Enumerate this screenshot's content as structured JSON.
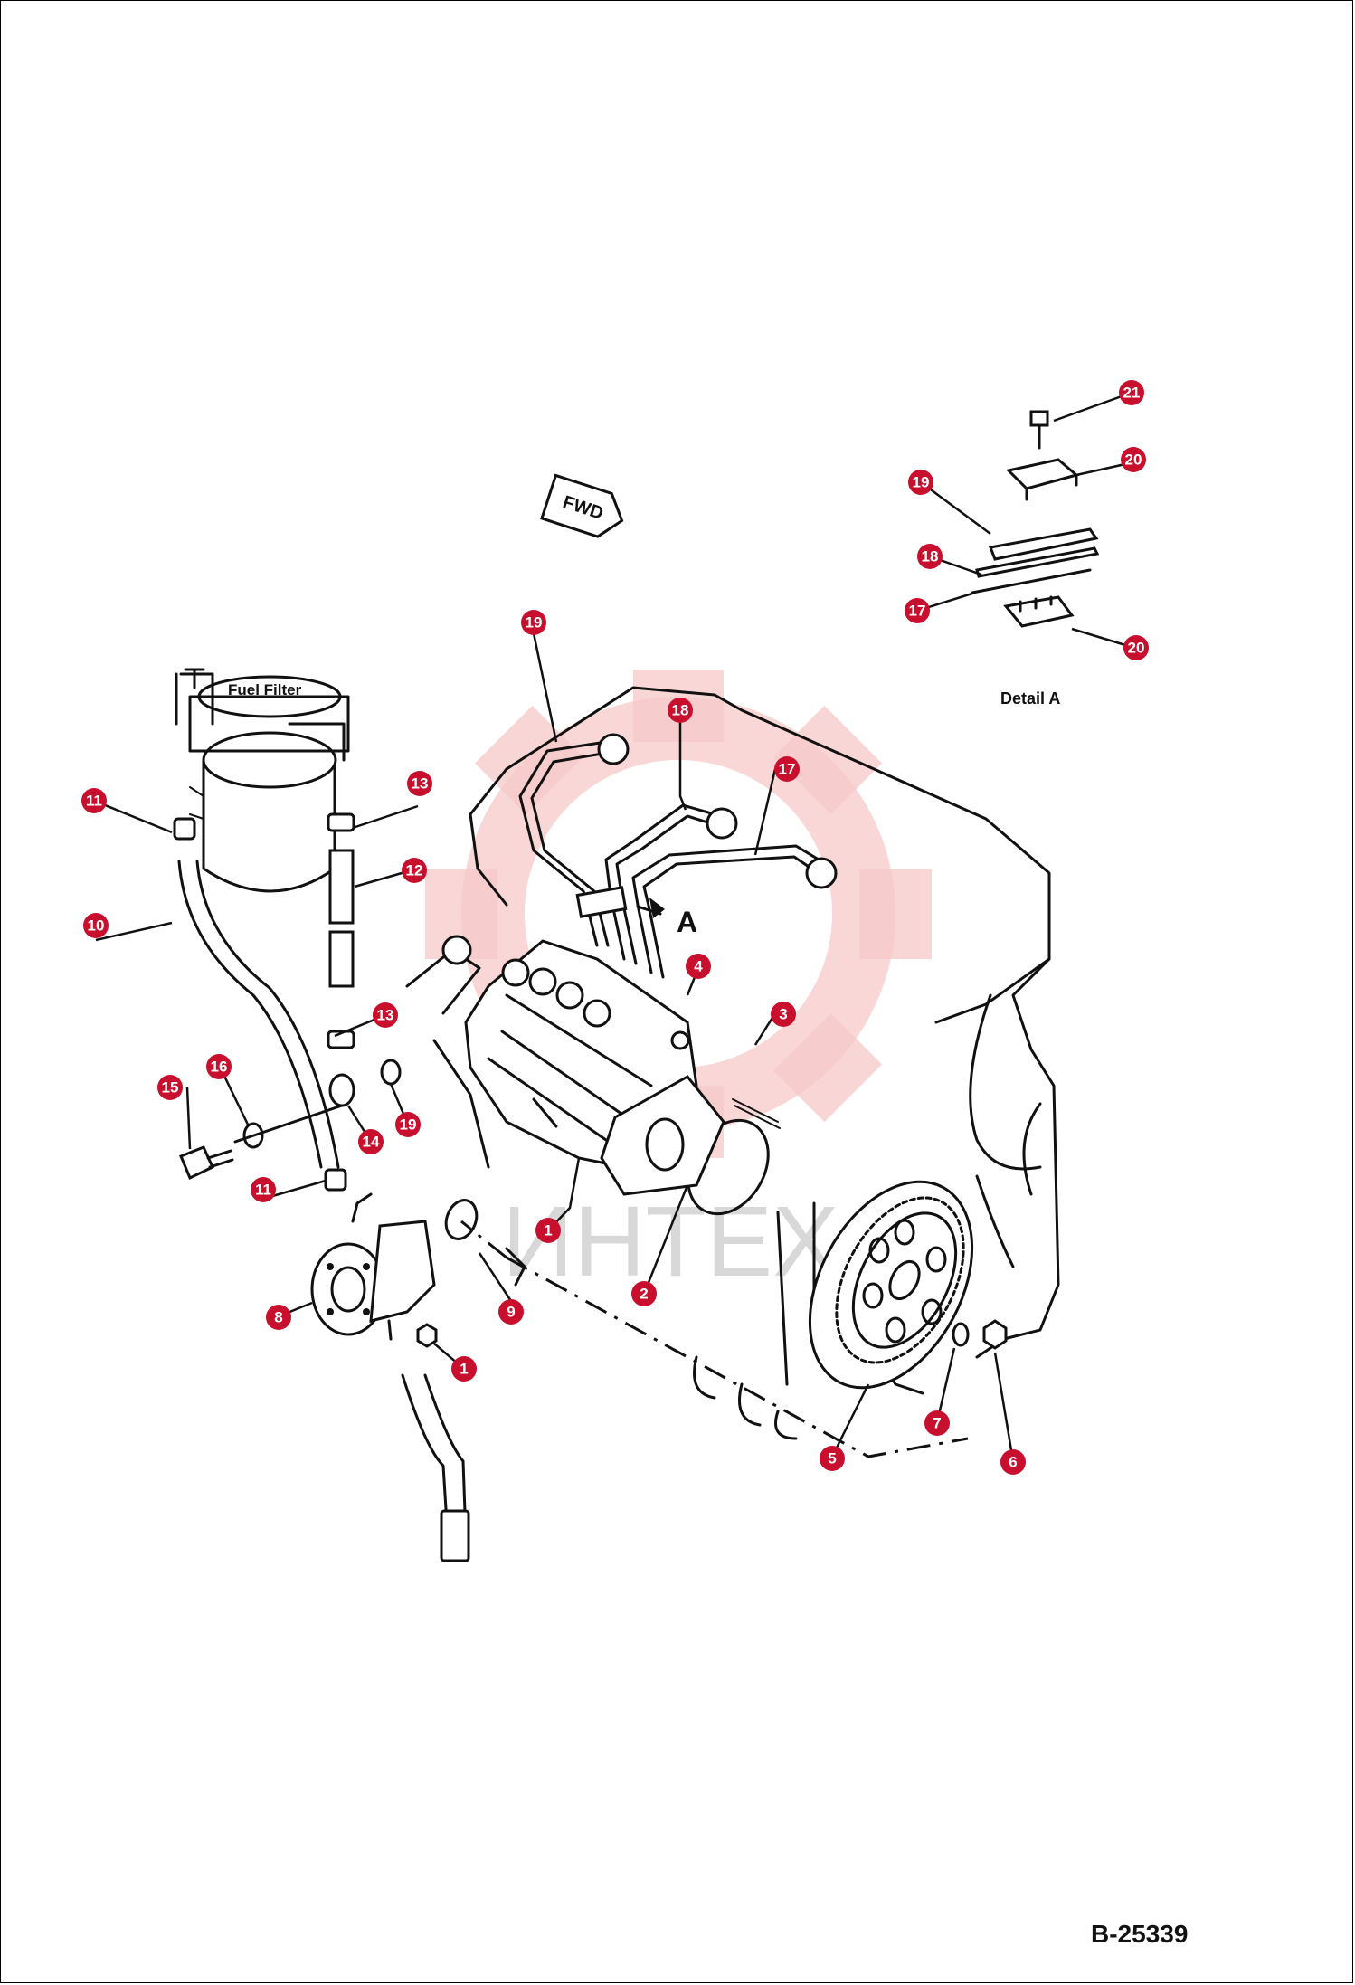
{
  "drawing": {
    "reference": "B-25339",
    "fuel_filter_label": "Fuel Filter",
    "fwd_label": "FWD",
    "view_marker": "A",
    "detail_label": "Detail A",
    "watermark_text": "ИНТЕХ"
  },
  "colors": {
    "callout": "#c8102e",
    "watermark": "#f7c9c9",
    "line": "#111111"
  },
  "callouts": [
    "1",
    "1",
    "2",
    "3",
    "4",
    "5",
    "6",
    "7",
    "8",
    "9",
    "10",
    "11",
    "11",
    "12",
    "13",
    "13",
    "14",
    "15",
    "16",
    "17",
    "17",
    "18",
    "18",
    "19",
    "19",
    "19",
    "20",
    "20",
    "21"
  ]
}
